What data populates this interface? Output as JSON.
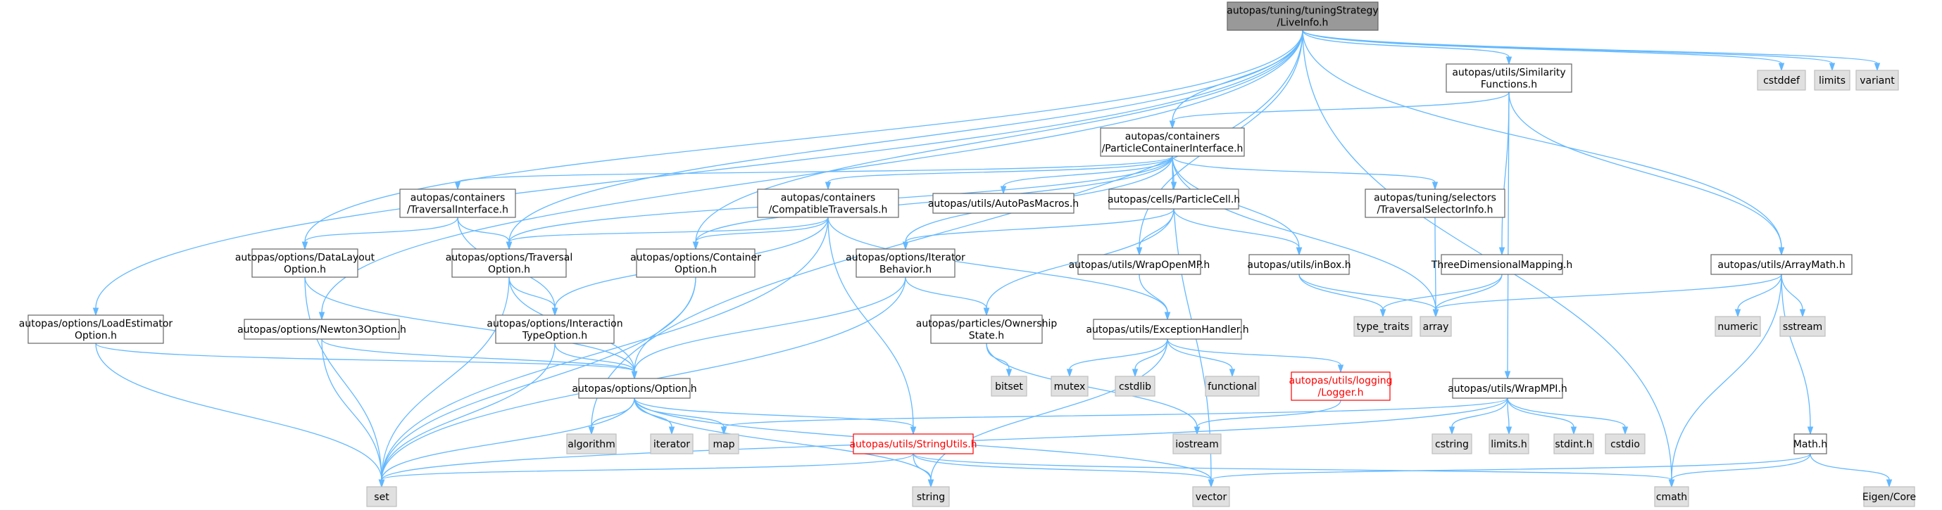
{
  "colors": {
    "edge": "#63b8ff",
    "root_fill": "#999999",
    "file_border": "#666666",
    "system_fill": "#e0e0e0",
    "truncated_border": "#ff0000"
  },
  "nodes": [
    {
      "id": "liveinfo",
      "lines": [
        "autopas/tuning/tuningStrategy",
        "/LiveInfo.h"
      ],
      "kind": "root"
    },
    {
      "id": "similarity",
      "lines": [
        "autopas/utils/Similarity",
        "Functions.h"
      ],
      "kind": "file"
    },
    {
      "id": "cstddef",
      "lines": [
        "cstddef"
      ],
      "kind": "sys"
    },
    {
      "id": "limits",
      "lines": [
        "limits"
      ],
      "kind": "sys"
    },
    {
      "id": "variant",
      "lines": [
        "variant"
      ],
      "kind": "sys"
    },
    {
      "id": "pci",
      "lines": [
        "autopas/containers",
        "/ParticleContainerInterface.h"
      ],
      "kind": "file"
    },
    {
      "id": "ti",
      "lines": [
        "autopas/containers",
        "/TraversalInterface.h"
      ],
      "kind": "file"
    },
    {
      "id": "ct",
      "lines": [
        "autopas/containers",
        "/CompatibleTraversals.h"
      ],
      "kind": "file"
    },
    {
      "id": "apm",
      "lines": [
        "autopas/utils/AutoPasMacros.h"
      ],
      "kind": "file"
    },
    {
      "id": "pc",
      "lines": [
        "autopas/cells/ParticleCell.h"
      ],
      "kind": "file"
    },
    {
      "id": "tsi",
      "lines": [
        "autopas/tuning/selectors",
        "/TraversalSelectorInfo.h"
      ],
      "kind": "file"
    },
    {
      "id": "tdm",
      "lines": [
        "ThreeDimensionalMapping.h"
      ],
      "kind": "file"
    },
    {
      "id": "am",
      "lines": [
        "autopas/utils/ArrayMath.h"
      ],
      "kind": "file"
    },
    {
      "id": "dl",
      "lines": [
        "autopas/options/DataLayout",
        "Option.h"
      ],
      "kind": "file"
    },
    {
      "id": "to",
      "lines": [
        "autopas/options/Traversal",
        "Option.h"
      ],
      "kind": "file"
    },
    {
      "id": "co",
      "lines": [
        "autopas/options/Container",
        "Option.h"
      ],
      "kind": "file"
    },
    {
      "id": "ib",
      "lines": [
        "autopas/options/Iterator",
        "Behavior.h"
      ],
      "kind": "file"
    },
    {
      "id": "wo",
      "lines": [
        "autopas/utils/WrapOpenMP.h"
      ],
      "kind": "file"
    },
    {
      "id": "inbox",
      "lines": [
        "autopas/utils/inBox.h"
      ],
      "kind": "file"
    },
    {
      "id": "type_traits",
      "lines": [
        "type_traits"
      ],
      "kind": "sys"
    },
    {
      "id": "array",
      "lines": [
        "array"
      ],
      "kind": "sys"
    },
    {
      "id": "numeric",
      "lines": [
        "numeric"
      ],
      "kind": "sys"
    },
    {
      "id": "sstream",
      "lines": [
        "sstream"
      ],
      "kind": "sys"
    },
    {
      "id": "le",
      "lines": [
        "autopas/options/LoadEstimator",
        "Option.h"
      ],
      "kind": "file"
    },
    {
      "id": "n3",
      "lines": [
        "autopas/options/Newton3Option.h"
      ],
      "kind": "file"
    },
    {
      "id": "ito",
      "lines": [
        "autopas/options/Interaction",
        "TypeOption.h"
      ],
      "kind": "file"
    },
    {
      "id": "os",
      "lines": [
        "autopas/particles/Ownership",
        "State.h"
      ],
      "kind": "file"
    },
    {
      "id": "eh",
      "lines": [
        "autopas/utils/ExceptionHandler.h"
      ],
      "kind": "file"
    },
    {
      "id": "bitset",
      "lines": [
        "bitset"
      ],
      "kind": "sys"
    },
    {
      "id": "mutex",
      "lines": [
        "mutex"
      ],
      "kind": "sys"
    },
    {
      "id": "cstdlib",
      "lines": [
        "cstdlib"
      ],
      "kind": "sys"
    },
    {
      "id": "functional",
      "lines": [
        "functional"
      ],
      "kind": "sys"
    },
    {
      "id": "logger",
      "lines": [
        "autopas/utils/logging",
        "/Logger.h"
      ],
      "kind": "trunc"
    },
    {
      "id": "wmpi",
      "lines": [
        "autopas/utils/WrapMPI.h"
      ],
      "kind": "file"
    },
    {
      "id": "opt",
      "lines": [
        "autopas/options/Option.h"
      ],
      "kind": "file"
    },
    {
      "id": "algorithm",
      "lines": [
        "algorithm"
      ],
      "kind": "sys"
    },
    {
      "id": "iterator",
      "lines": [
        "iterator"
      ],
      "kind": "sys"
    },
    {
      "id": "map",
      "lines": [
        "map"
      ],
      "kind": "sys"
    },
    {
      "id": "iostream",
      "lines": [
        "iostream"
      ],
      "kind": "sys"
    },
    {
      "id": "cstring",
      "lines": [
        "cstring"
      ],
      "kind": "sys"
    },
    {
      "id": "limitsh",
      "lines": [
        "limits.h"
      ],
      "kind": "sys"
    },
    {
      "id": "stdinth",
      "lines": [
        "stdint.h"
      ],
      "kind": "sys"
    },
    {
      "id": "cstdio",
      "lines": [
        "cstdio"
      ],
      "kind": "sys"
    },
    {
      "id": "math",
      "lines": [
        "Math.h"
      ],
      "kind": "file"
    },
    {
      "id": "su",
      "lines": [
        "autopas/utils/StringUtils.h"
      ],
      "kind": "trunc"
    },
    {
      "id": "set",
      "lines": [
        "set"
      ],
      "kind": "sys"
    },
    {
      "id": "string",
      "lines": [
        "string"
      ],
      "kind": "sys"
    },
    {
      "id": "vector",
      "lines": [
        "vector"
      ],
      "kind": "sys"
    },
    {
      "id": "cmath",
      "lines": [
        "cmath"
      ],
      "kind": "sys"
    },
    {
      "id": "eigen",
      "lines": [
        "Eigen/Core"
      ],
      "kind": "sys"
    }
  ],
  "edges": [
    [
      "liveinfo",
      "similarity"
    ],
    [
      "liveinfo",
      "cstddef"
    ],
    [
      "liveinfo",
      "limits"
    ],
    [
      "liveinfo",
      "variant"
    ],
    [
      "liveinfo",
      "pci"
    ],
    [
      "liveinfo",
      "am"
    ],
    [
      "liveinfo",
      "cmath"
    ],
    [
      "liveinfo",
      "wo"
    ],
    [
      "liveinfo",
      "dl"
    ],
    [
      "liveinfo",
      "to"
    ],
    [
      "liveinfo",
      "co"
    ],
    [
      "liveinfo",
      "le"
    ],
    [
      "liveinfo",
      "n3"
    ],
    [
      "liveinfo",
      "algorithm"
    ],
    [
      "similarity",
      "pci"
    ],
    [
      "similarity",
      "tdm"
    ],
    [
      "similarity",
      "am"
    ],
    [
      "similarity",
      "wmpi"
    ],
    [
      "pci",
      "ti"
    ],
    [
      "pci",
      "ct"
    ],
    [
      "pci",
      "apm"
    ],
    [
      "pci",
      "pc"
    ],
    [
      "pci",
      "tsi"
    ],
    [
      "pci",
      "to"
    ],
    [
      "pci",
      "co"
    ],
    [
      "pci",
      "ib"
    ],
    [
      "pci",
      "inbox"
    ],
    [
      "pci",
      "array"
    ],
    [
      "pci",
      "vector"
    ],
    [
      "ti",
      "dl"
    ],
    [
      "ti",
      "to"
    ],
    [
      "ti",
      "ito"
    ],
    [
      "ct",
      "to"
    ],
    [
      "ct",
      "co"
    ],
    [
      "ct",
      "ito"
    ],
    [
      "ct",
      "eh"
    ],
    [
      "ct",
      "su"
    ],
    [
      "ct",
      "set"
    ],
    [
      "pc",
      "ib"
    ],
    [
      "pc",
      "os"
    ],
    [
      "pc",
      "wo"
    ],
    [
      "pc",
      "inbox"
    ],
    [
      "tsi",
      "array"
    ],
    [
      "tdm",
      "type_traits"
    ],
    [
      "tdm",
      "array"
    ],
    [
      "am",
      "array"
    ],
    [
      "am",
      "numeric"
    ],
    [
      "am",
      "sstream"
    ],
    [
      "am",
      "math"
    ],
    [
      "am",
      "cmath"
    ],
    [
      "dl",
      "opt"
    ],
    [
      "dl",
      "set"
    ],
    [
      "to",
      "ito"
    ],
    [
      "to",
      "opt"
    ],
    [
      "to",
      "set"
    ],
    [
      "co",
      "opt"
    ],
    [
      "co",
      "set"
    ],
    [
      "ib",
      "os"
    ],
    [
      "ib",
      "opt"
    ],
    [
      "ib",
      "set"
    ],
    [
      "wo",
      "eh"
    ],
    [
      "inbox",
      "type_traits"
    ],
    [
      "inbox",
      "array"
    ],
    [
      "le",
      "opt"
    ],
    [
      "le",
      "set"
    ],
    [
      "n3",
      "opt"
    ],
    [
      "n3",
      "set"
    ],
    [
      "ito",
      "opt"
    ],
    [
      "ito",
      "set"
    ],
    [
      "os",
      "bitset"
    ],
    [
      "os",
      "iostream"
    ],
    [
      "eh",
      "mutex"
    ],
    [
      "eh",
      "cstdlib"
    ],
    [
      "eh",
      "functional"
    ],
    [
      "eh",
      "logger"
    ],
    [
      "eh",
      "string"
    ],
    [
      "logger",
      "iostream"
    ],
    [
      "wmpi",
      "map"
    ],
    [
      "wmpi",
      "cstring"
    ],
    [
      "wmpi",
      "limitsh"
    ],
    [
      "wmpi",
      "stdinth"
    ],
    [
      "wmpi",
      "cstdio"
    ],
    [
      "wmpi",
      "set"
    ],
    [
      "opt",
      "algorithm"
    ],
    [
      "opt",
      "iterator"
    ],
    [
      "opt",
      "map"
    ],
    [
      "opt",
      "set"
    ],
    [
      "opt",
      "string"
    ],
    [
      "opt",
      "vector"
    ],
    [
      "opt",
      "su"
    ],
    [
      "su",
      "set"
    ],
    [
      "su",
      "string"
    ],
    [
      "su",
      "vector"
    ],
    [
      "su",
      "cmath"
    ],
    [
      "math",
      "vector"
    ],
    [
      "math",
      "cmath"
    ],
    [
      "math",
      "eigen"
    ]
  ]
}
